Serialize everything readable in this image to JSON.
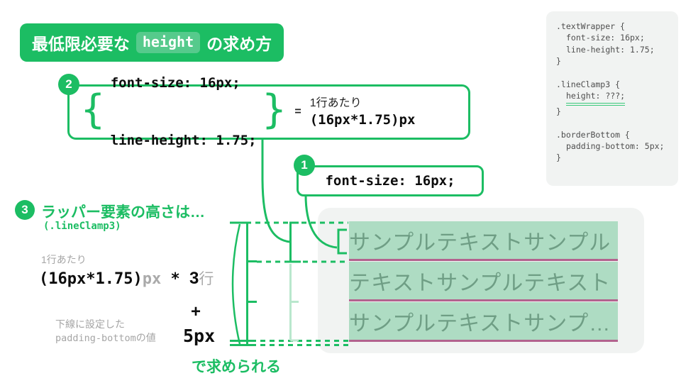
{
  "title": {
    "prefix": "最低限必要な",
    "keyword": "height",
    "suffix": "の求め方"
  },
  "code_panel": {
    "lines": [
      {
        "text": ".textWrapper {"
      },
      {
        "text": "font-size: 16px;"
      },
      {
        "text": "line-height: 1.75;"
      },
      {
        "text": "}"
      },
      {
        "text": ""
      },
      {
        "text": ".lineClamp3 {"
      },
      {
        "text": "height: ???;"
      },
      {
        "text": "}"
      },
      {
        "text": ""
      },
      {
        "text": ".borderBottom {"
      },
      {
        "text": "padding-bottom: 5px;"
      },
      {
        "text": "}"
      }
    ]
  },
  "step1": {
    "badge": "1",
    "code": "font-size: 16px;"
  },
  "step2": {
    "badge": "2",
    "brace_open": "{",
    "brace_close": "}",
    "code_line1": "font-size: 16px;",
    "code_line2": "line-height: 1.75;",
    "equals": "=",
    "per_line_label": "1行あたり",
    "per_line_value": "(16px*1.75)px"
  },
  "step3": {
    "badge": "3",
    "heading": "ラッパー要素の高さは…",
    "selector": "(.lineClamp3)",
    "per_line_label": "1行あたり",
    "formula_base": "(16px*1.75)",
    "formula_base_unit": "px",
    "formula_operator": " * ",
    "formula_lines": "3",
    "formula_lines_unit": "行",
    "plus_sign": "+",
    "padding_note_line1": "下線に設定した",
    "padding_note_code": "padding-bottom",
    "padding_note_suffix": "の値",
    "padding_value": "5px",
    "conclusion": "で求められる"
  },
  "sample": {
    "lines": [
      "サンプルテキストサンプル",
      "テキストサンプルテキスト",
      "サンプルテキストサンプ…"
    ]
  },
  "colors": {
    "accent_green": "#1cbd63",
    "light_green_stroke": "#b9e7cd",
    "highlight_green": "#aedcc3",
    "panel_gray": "#f1f3f2",
    "sample_text_green": "#6f9e85",
    "sample_underline_mauve": "#b2638e",
    "muted_gray": "#a5a5a5"
  }
}
